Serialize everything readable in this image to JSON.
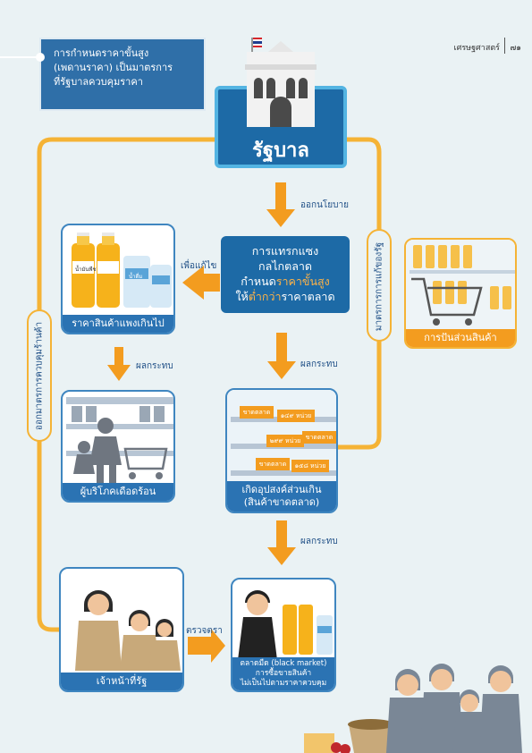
{
  "header": {
    "title": "เศรษฐศาสตร์",
    "page": "๗๑"
  },
  "callout": {
    "line1": "การกำหนดราคาขั้นสูง",
    "line2": "(เพดานราคา) เป็นมาตรการ",
    "line3": "ที่รัฐบาลควบคุมราคา"
  },
  "government": {
    "label": "รัฐบาล"
  },
  "labels": {
    "policy": "ออกนโยบาย",
    "fix": "เพื่อแก้ไข",
    "impact1": "ผลกระทบ",
    "impact2": "ผลกระทบ",
    "impact3": "ผลกระทบ",
    "inspect": "ตรวจตรา",
    "left_vertical": "ออกมาตรการควบคุมร้านค้า",
    "right_vertical": "มาตรการการแก้ของรัฐ"
  },
  "intervention": {
    "line1": "การแทรกแซง",
    "line2": "กลไกตลาด",
    "line3_a": "กำหนด",
    "line3_b": "ราคาขั้นสูง",
    "line4_a": "ให้",
    "line4_b": "ต่ำกว่า",
    "line4_c": "ราคาตลาด"
  },
  "cards": {
    "price_high": "ราคาสินค้าแพงเกินไป",
    "consumers": "ผู้บริโภคเดือดร้อน",
    "shortage_1": "เกิดอุปสงค์ส่วนเกิน",
    "shortage_2": "(สินค้าขาดตลาด)",
    "rationing": "การปันส่วนสินค้า",
    "officials": "เจ้าหน้าที่รัฐ",
    "black_1": "ตลาดมืด (black market)",
    "black_2": "การซื้อขายสินค้า",
    "black_3": "ไม่เป็นไปตามราคาควบคุม"
  },
  "shelf_tags": {
    "out": "ขาดตลาด",
    "p1": "๑๔๙ หน่วย",
    "p2": "๒๙๙ หน่วย",
    "p3": "๑๕๘ หน่วย"
  },
  "bottle_label": "น้ำมันพืช",
  "water_label": "น้ำดื่ม"
}
